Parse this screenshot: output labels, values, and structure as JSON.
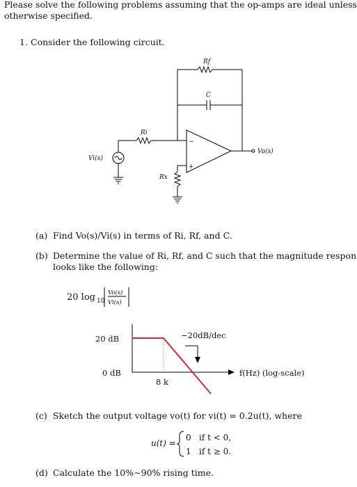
{
  "intro": {
    "line1": "Please solve the following problems assuming that the op-amps are ideal unless",
    "line2": "otherwise specified."
  },
  "problem": {
    "number": "1.",
    "statement": "Consider the following circuit."
  },
  "circuit": {
    "rf": "Rf",
    "c": "C",
    "ri": "Ri",
    "rx": "Rx",
    "vin": "Vi(s)",
    "vout": "Vo(s)",
    "minus": "−",
    "plus": "+"
  },
  "parts": {
    "a": {
      "label": "(a)",
      "text": "Find Vo(s)/Vi(s) in terms of Ri, Rf, and C."
    },
    "b": {
      "label": "(b)",
      "line1": "Determine the value of Ri, Rf, and C such that the magnitude response",
      "line2": "looks like the following:"
    },
    "c": {
      "label": "(c)",
      "text": "Sketch the output voltage vo(t) for vi(t) = 0.2u(t), where"
    },
    "d": {
      "label": "(d)",
      "text": "Calculate the 10%∼90% rising time."
    }
  },
  "graph": {
    "ylabel_prefix": "20 log",
    "ylabel_sub": "10",
    "frac_num": "Vo(s)",
    "frac_den": "Vi(s)",
    "level_20db": "20 dB",
    "level_0db": "0 dB",
    "slope": "−20dB/dec",
    "corner": "8 k",
    "xaxis": "f(Hz)  (log-scale)",
    "line_color": "#d9262a"
  },
  "unit_step": {
    "lhs": "u(t) =",
    "case1_value": "0",
    "case1_cond": "if t < 0,",
    "case2_value": "1",
    "case2_cond": "if t ≥ 0."
  }
}
